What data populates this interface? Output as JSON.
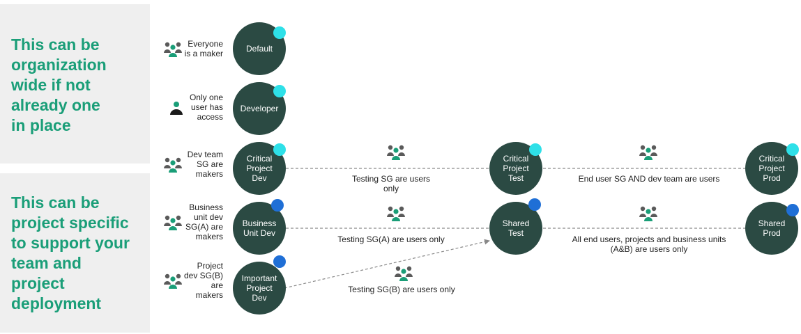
{
  "panels": {
    "org": [
      "This can be",
      "organization",
      "wide if not",
      "already one",
      "in place"
    ],
    "project": [
      "This can be",
      "project specific",
      "to support your",
      "team and",
      "project",
      "deployment"
    ]
  },
  "colors": {
    "panel_bg": "#efefef",
    "panel_text": "#1a9e78",
    "node_fill": "#2b4a43",
    "dot_cyan": "#2ee0e8",
    "dot_blue": "#1f6fd6",
    "icon_dark": "#5a5a5a",
    "icon_green": "#1a9e78"
  },
  "roles": [
    {
      "id": "default",
      "icon": "people-group-icon",
      "lines": [
        "Everyone",
        "is a maker"
      ]
    },
    {
      "id": "developer",
      "icon": "single-person-icon",
      "lines": [
        "Only one",
        "user has",
        "access"
      ]
    },
    {
      "id": "critical-dev",
      "icon": "people-group-icon",
      "lines": [
        "Dev team",
        "SG are",
        "makers"
      ]
    },
    {
      "id": "business-unit-dev",
      "icon": "people-group-icon",
      "lines": [
        "Business",
        "unit dev",
        "SG(A) are",
        "makers"
      ]
    },
    {
      "id": "important-dev",
      "icon": "people-group-icon",
      "lines": [
        "Project",
        "dev SG(B)",
        "are",
        "makers"
      ]
    }
  ],
  "nodes": [
    {
      "id": "default",
      "lines": [
        "Default"
      ],
      "dot": "cyan"
    },
    {
      "id": "developer",
      "lines": [
        "Developer"
      ],
      "dot": "cyan"
    },
    {
      "id": "critical-dev",
      "lines": [
        "Critical",
        "Project",
        "Dev"
      ],
      "dot": "cyan"
    },
    {
      "id": "business-unit-dev",
      "lines": [
        "Business",
        "Unit Dev"
      ],
      "dot": "blue"
    },
    {
      "id": "important-dev",
      "lines": [
        "Important",
        "Project",
        "Dev"
      ],
      "dot": "blue"
    },
    {
      "id": "critical-test",
      "lines": [
        "Critical",
        "Project",
        "Test"
      ],
      "dot": "cyan"
    },
    {
      "id": "shared-test",
      "lines": [
        "Shared",
        "Test"
      ],
      "dot": "blue"
    },
    {
      "id": "critical-prod",
      "lines": [
        "Critical",
        "Project",
        "Prod"
      ],
      "dot": "cyan"
    },
    {
      "id": "shared-prod",
      "lines": [
        "Shared",
        "Prod"
      ],
      "dot": "blue"
    }
  ],
  "edges": [
    {
      "id": "critical-dev-to-test",
      "from": "critical-dev",
      "to": "critical-test",
      "icon": "people-group-icon",
      "lines": [
        "Testing SG are users",
        "only"
      ]
    },
    {
      "id": "critical-test-to-prod",
      "from": "critical-test",
      "to": "critical-prod",
      "icon": "people-group-icon",
      "lines": [
        "End user SG AND dev team are users"
      ]
    },
    {
      "id": "bu-dev-to-shared-test",
      "from": "business-unit-dev",
      "to": "shared-test",
      "icon": "people-group-icon",
      "lines": [
        "Testing SG(A) are users only"
      ]
    },
    {
      "id": "shared-test-to-prod",
      "from": "shared-test",
      "to": "shared-prod",
      "icon": "people-group-icon",
      "lines": [
        "All end users, projects and business units",
        "(A&B) are users only"
      ]
    },
    {
      "id": "important-dev-to-shared-test",
      "from": "important-dev",
      "to": "shared-test",
      "icon": "people-group-icon",
      "lines": [
        "Testing SG(B) are users only"
      ]
    }
  ]
}
